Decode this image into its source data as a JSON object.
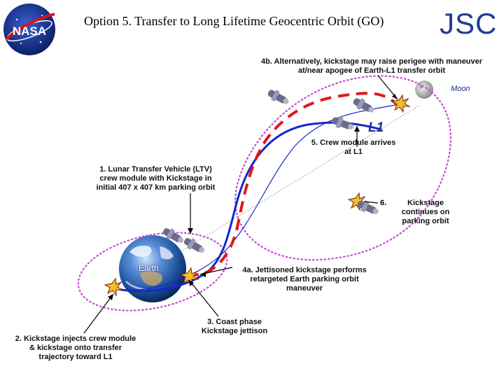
{
  "header": {
    "title": "Option 5. Transfer to Long Lifetime Geocentric Orbit (GO)",
    "brand": "JSC",
    "logo_text": "NASA"
  },
  "labels": {
    "step_4b": [
      "4b. Alternatively, kickstage may raise perigee with maneuver",
      "at/near apogee of Earth-L1 transfer orbit"
    ],
    "moon": "Moon",
    "l1": "L1",
    "step_5": [
      "5. Crew module arrives",
      "at L1"
    ],
    "step_1": [
      "1. Lunar Transfer Vehicle (LTV)",
      "crew module with Kickstage in",
      "initial 407 x 407 km parking orbit"
    ],
    "step_6_num": "6.",
    "step_6": [
      "Kickstage",
      "continues on",
      "parking orbit"
    ],
    "earth": "Earth",
    "step_4a": [
      "4a. Jettisoned kickstage performs",
      "retargeted Earth parking orbit",
      "maneuver"
    ],
    "step_2": [
      "2. Kickstage injects crew module",
      "& kickstage onto transfer",
      "trajectory toward L1"
    ],
    "step_3": [
      "3. Coast phase",
      "Kickstage jettison"
    ]
  },
  "colors": {
    "transfer_trajectory": "#1428c8",
    "kickstage_path": "#e01818",
    "parking_orbit": "#c848d8",
    "brand": "#1f3b9a"
  }
}
